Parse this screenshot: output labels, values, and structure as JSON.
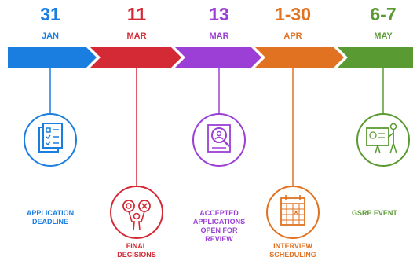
{
  "colors": {
    "blue": "#1a7ee0",
    "red": "#d42a35",
    "purple": "#9b3fd6",
    "orange": "#e07222",
    "green": "#5a9a32"
  },
  "milestones": [
    {
      "date": "31",
      "month": "JAN",
      "label": "APPLICATION\nDEADLINE",
      "icon": "checklist-icon",
      "color": "blue"
    },
    {
      "date": "11",
      "month": "MAR",
      "label": "FINAL\nDECISIONS",
      "icon": "decision-person-icon",
      "color": "red"
    },
    {
      "date": "13",
      "month": "MAR",
      "label": "ACCEPTED\nAPPLICATIONS\nOPEN FOR\nREVIEW",
      "icon": "document-search-icon",
      "color": "purple"
    },
    {
      "date": "1-30",
      "month": "APR",
      "label": "INTERVIEW\nSCHEDULING",
      "icon": "calendar-icon",
      "color": "orange"
    },
    {
      "date": "6-7",
      "month": "MAY",
      "label": "GSRP EVENT",
      "icon": "presentation-icon",
      "color": "green"
    }
  ]
}
